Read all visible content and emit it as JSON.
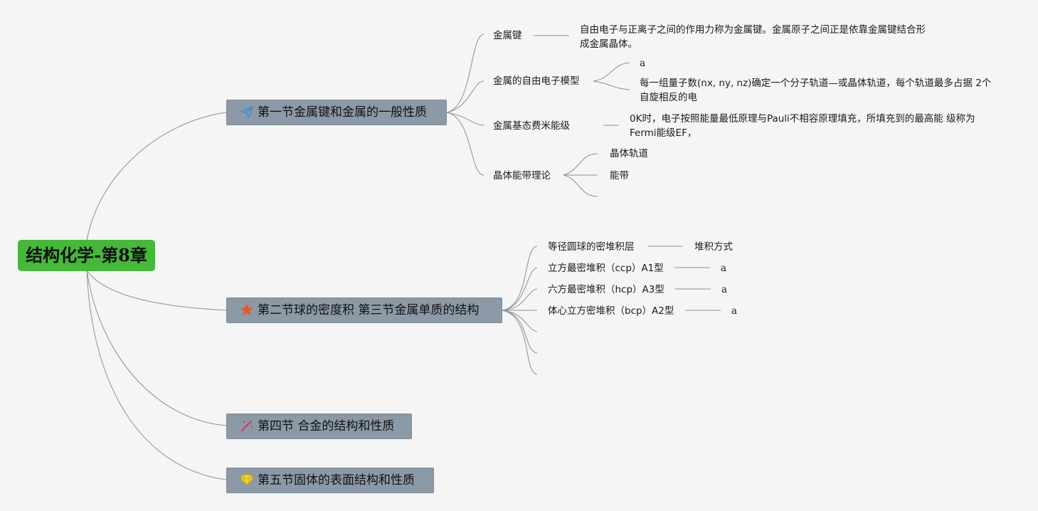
{
  "root": {
    "label": "结构化学-第8章"
  },
  "sections": [
    {
      "icon": "paper-plane-icon",
      "icon_color": "#3f8fd2",
      "label": "第一节金属键和金属的一般性质",
      "items": [
        {
          "label": "金属键",
          "detail": "自由电子与正离子之间的作用力称为金属键。金属原子之间正是依靠金属键结合形成金属晶体。"
        },
        {
          "label": "金属的自由电子模型",
          "children": [
            "a",
            "每一组量子数(nx, ny, nz)确定一个分子轨道—或晶体轨道，每个轨道最多占据 2个自旋相反的电"
          ]
        },
        {
          "label": "金属基态费米能级",
          "detail": "0K时，电子按照能量最低原理与Pauli不相容原理填充，所填充到的最高能 级称为Fermi能级EF，"
        },
        {
          "label": "晶体能带理论",
          "children": [
            "晶体轨道",
            "能带",
            ""
          ]
        }
      ]
    },
    {
      "icon": "star-icon",
      "icon_color": "#e25a2b",
      "label": "第二节球的密度积 第三节金属单质的结构",
      "items": [
        {
          "label": "等径圆球的密堆积层",
          "detail": "堆积方式"
        },
        {
          "label": "立方最密堆积（ccp）A1型",
          "detail": "a"
        },
        {
          "label": "六方最密堆积（hcp）A3型",
          "detail": "a"
        },
        {
          "label": "体心立方密堆积（bcp）A2型",
          "detail": "a"
        },
        {
          "label": ""
        },
        {
          "label": ""
        },
        {
          "label": ""
        }
      ]
    },
    {
      "icon": "magic-wand-icon",
      "icon_color": "#d6336c",
      "label": "第四节 合金的结构和性质"
    },
    {
      "icon": "gem-icon",
      "icon_color": "#e8c21a",
      "label": "第五节固体的表面结构和性质"
    }
  ]
}
